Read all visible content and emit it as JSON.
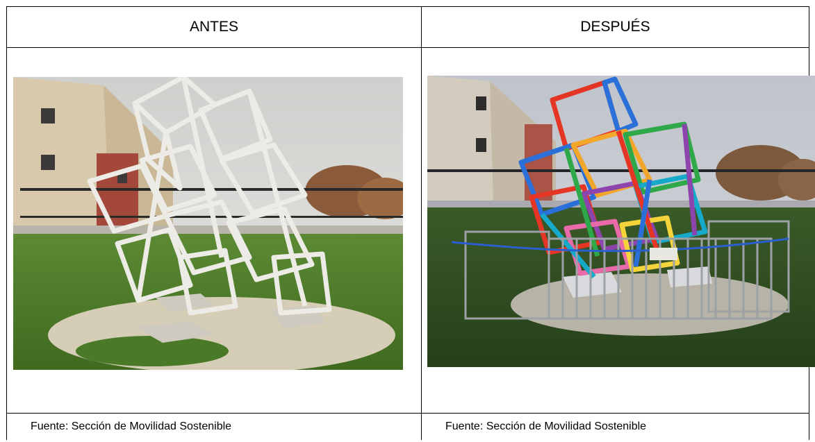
{
  "table": {
    "headers": {
      "before": "ANTES",
      "after": "DESPUÉS"
    },
    "captions": {
      "before": "Fuente: Sección de Movilidad Sostenible",
      "after": "Fuente: Sección de Movilidad Sostenible"
    }
  },
  "photos": {
    "before": {
      "sculpture_color": "#e9e9e4",
      "sky_color": "#dcdcd8",
      "grass_color": "#4f7a2c"
    },
    "after": {
      "rod_colors": [
        "#e53525",
        "#2b6fd8",
        "#2fa84a",
        "#f2a72b",
        "#8e44ad",
        "#16a9c9",
        "#e86aa8",
        "#f5d33a"
      ],
      "sky_color": "#c9ccd2",
      "grass_color": "#2f4a22"
    }
  }
}
